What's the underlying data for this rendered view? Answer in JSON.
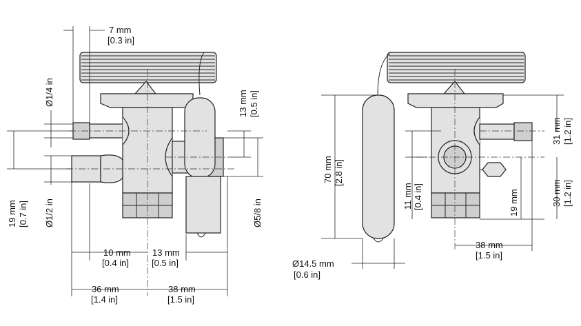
{
  "labels": {
    "bulb_tube_mm": "7 mm",
    "bulb_tube_in": "[0.3 in]",
    "inlet_dia": "Ø1/4 in",
    "outlet_dia": "Ø1/2 in",
    "eq_dia": "Ø5/8 in",
    "left_13_mm": "13 mm",
    "left_13_in": "[0.5 in]",
    "left_19_mm": "19 mm",
    "left_19_in": "[0.7 in]",
    "left_10_mm": "10 mm",
    "left_10_in": "[0.4 in]",
    "bottom_13_mm": "13 mm",
    "bottom_13_in": "[0.5 in]",
    "left_36_mm": "36 mm",
    "left_36_in": "[1.4 in]",
    "left_38_mm": "38 mm",
    "left_38_in": "[1.5 in]",
    "bulb_70_mm": "70 mm",
    "bulb_70_in": "[2.8 in]",
    "bulb_dia_mm": "Ø14.5 mm",
    "bulb_dia_in": "[0.6 in]",
    "right_11_mm": "11 mm",
    "right_11_in": "[0.4 in]",
    "right_19": "19 mm",
    "right_31_mm": "31 mm",
    "right_31_in": "[1.2 in]",
    "right_30_mm": "30 mm",
    "right_30_in": "[1.2 in]",
    "right_38_mm": "38 mm",
    "right_38_in": "[1.5 in]"
  }
}
